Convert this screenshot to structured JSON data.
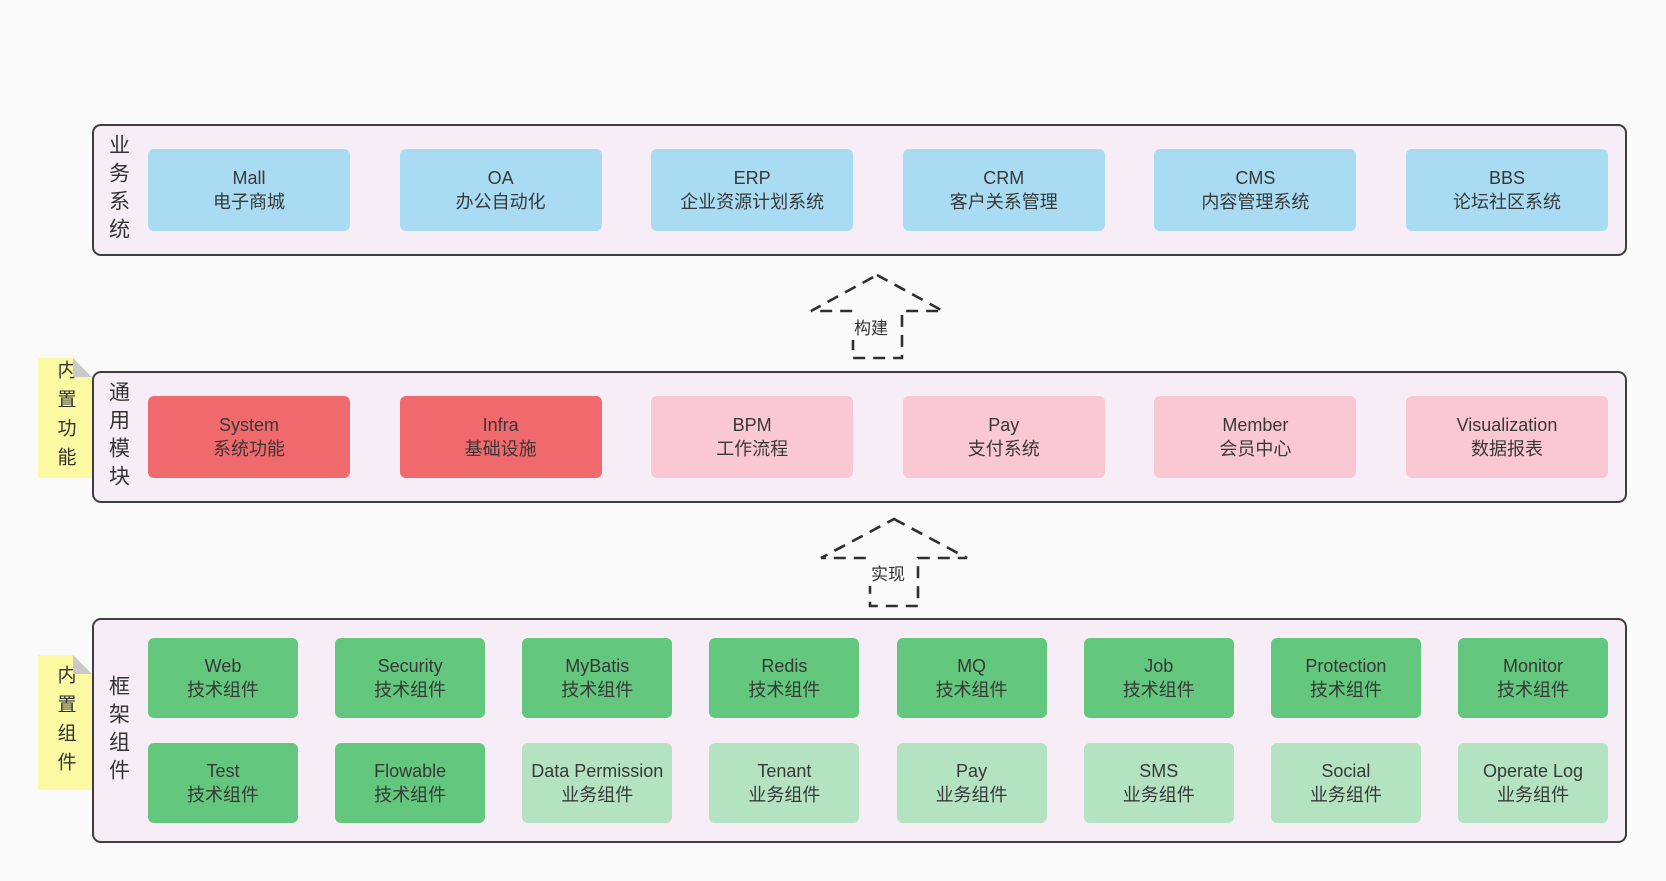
{
  "colors": {
    "blue": "#a9dcf3",
    "red": "#f0696c",
    "pink": "#f9c8d2",
    "green": "#63c77d",
    "lightgreen": "#b4e3c1",
    "container_bg": "#f7edf6",
    "container_border": "#3e3e3e",
    "note_bg": "#fbf9a1",
    "note_fold": "#c9c9c9",
    "page_bg": "#fafafa",
    "text": "#383838"
  },
  "arrows": [
    {
      "label": "构建"
    },
    {
      "label": "实现"
    }
  ],
  "layers": [
    {
      "id": "business-systems",
      "label": "业务系统",
      "rows": [
        [
          {
            "title": "Mall",
            "subtitle": "电子商城",
            "color": "blue"
          },
          {
            "title": "OA",
            "subtitle": "办公自动化",
            "color": "blue"
          },
          {
            "title": "ERP",
            "subtitle": "企业资源计划系统",
            "color": "blue"
          },
          {
            "title": "CRM",
            "subtitle": "客户关系管理",
            "color": "blue"
          },
          {
            "title": "CMS",
            "subtitle": "内容管理系统",
            "color": "blue"
          },
          {
            "title": "BBS",
            "subtitle": "论坛社区系统",
            "color": "blue"
          }
        ]
      ]
    },
    {
      "id": "common-modules",
      "label": "通用模块",
      "note": "内置功能",
      "rows": [
        [
          {
            "title": "System",
            "subtitle": "系统功能",
            "color": "red"
          },
          {
            "title": "Infra",
            "subtitle": "基础设施",
            "color": "red"
          },
          {
            "title": "BPM",
            "subtitle": "工作流程",
            "color": "pink"
          },
          {
            "title": "Pay",
            "subtitle": "支付系统",
            "color": "pink"
          },
          {
            "title": "Member",
            "subtitle": "会员中心",
            "color": "pink"
          },
          {
            "title": "Visualization",
            "subtitle": "数据报表",
            "color": "pink"
          }
        ]
      ]
    },
    {
      "id": "framework-components",
      "label": "框架组件",
      "note": "内置组件",
      "rows": [
        [
          {
            "title": "Web",
            "subtitle": "技术组件",
            "color": "green"
          },
          {
            "title": "Security",
            "subtitle": "技术组件",
            "color": "green"
          },
          {
            "title": "MyBatis",
            "subtitle": "技术组件",
            "color": "green"
          },
          {
            "title": "Redis",
            "subtitle": "技术组件",
            "color": "green"
          },
          {
            "title": "MQ",
            "subtitle": "技术组件",
            "color": "green"
          },
          {
            "title": "Job",
            "subtitle": "技术组件",
            "color": "green"
          },
          {
            "title": "Protection",
            "subtitle": "技术组件",
            "color": "green"
          },
          {
            "title": "Monitor",
            "subtitle": "技术组件",
            "color": "green"
          }
        ],
        [
          {
            "title": "Test",
            "subtitle": "技术组件",
            "color": "green"
          },
          {
            "title": "Flowable",
            "subtitle": "技术组件",
            "color": "green"
          },
          {
            "title": "Data Permission",
            "subtitle": "业务组件",
            "color": "lightgreen"
          },
          {
            "title": "Tenant",
            "subtitle": "业务组件",
            "color": "lightgreen"
          },
          {
            "title": "Pay",
            "subtitle": "业务组件",
            "color": "lightgreen"
          },
          {
            "title": "SMS",
            "subtitle": "业务组件",
            "color": "lightgreen"
          },
          {
            "title": "Social",
            "subtitle": "业务组件",
            "color": "lightgreen"
          },
          {
            "title": "Operate Log",
            "subtitle": "业务组件",
            "color": "lightgreen"
          }
        ]
      ]
    }
  ]
}
